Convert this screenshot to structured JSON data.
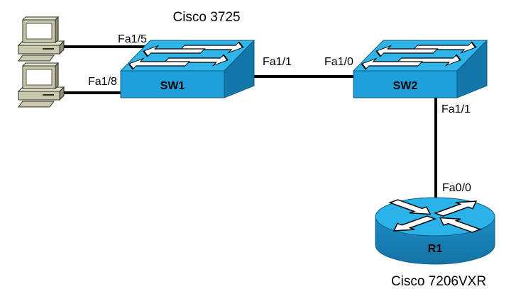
{
  "titles": {
    "switch_model": "Cisco 3725",
    "router_model": "Cisco 7206VXR"
  },
  "devices": {
    "pc1": {
      "icon": "workstation-icon"
    },
    "pc2": {
      "icon": "workstation-icon"
    },
    "sw1": {
      "icon": "switch-icon",
      "label": "SW1"
    },
    "sw2": {
      "icon": "switch-icon",
      "label": "SW2"
    },
    "r1": {
      "icon": "router-icon",
      "label": "R1"
    }
  },
  "interfaces": {
    "sw1_fa1_5": "Fa1/5",
    "sw1_fa1_8": "Fa1/8",
    "sw1_fa1_1": "Fa1/1",
    "sw2_fa1_0": "Fa1/0",
    "sw2_fa1_1": "Fa1/1",
    "r1_fa0_0": "Fa0/0"
  },
  "colors": {
    "switch_top": "#2FB5EA",
    "switch_front": "#1FA0DB",
    "switch_side": "#1377A9",
    "router_top": "#2BB2E9",
    "router_body": "#1B8CC6",
    "router_body_dark": "#1473A4",
    "link_line": "#000000",
    "pc_body": "#C8C8AE",
    "pc_light": "#E4E4D0",
    "pc_dark": "#8E8E74",
    "background": "#FFFFFF"
  }
}
